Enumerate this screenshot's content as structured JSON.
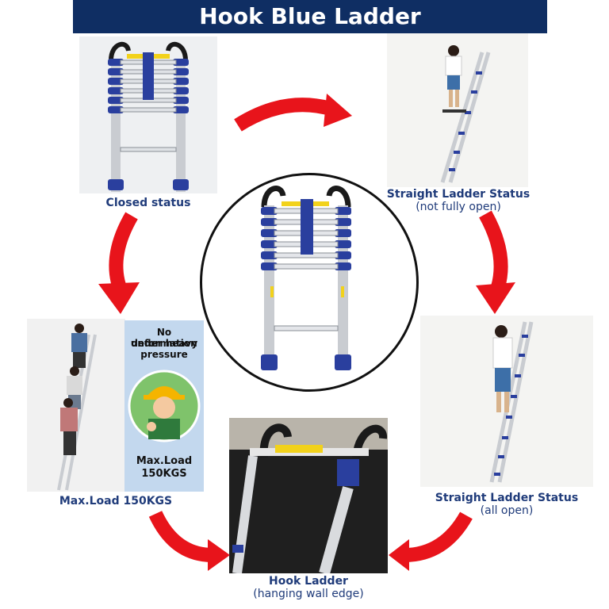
{
  "title": "Hook Blue Ladder",
  "captions": {
    "closed": "Closed status",
    "straight_partial_line1": "Straight Ladder Status",
    "straight_partial_line2": "(not fully open)",
    "straight_full_line1": "Straight Ladder Status",
    "straight_full_line2": "(all open)",
    "hook_line1": "Hook Ladder",
    "hook_line2": "(hanging wall edge)",
    "max_load": "Max.Load 150KGS"
  },
  "load_panel": {
    "heading_line1": "No deformation",
    "heading_line2": "under heavy",
    "heading_line3": "pressure",
    "footer_line1": "Max.Load",
    "footer_line2": "150KGS"
  },
  "colors": {
    "banner": "#0f2e63",
    "caption": "#1f3b7a",
    "arrow": "#e8141b",
    "ladder_blue": "#2a3f9e",
    "ladder_aluminium": "#c9ccd1",
    "hook": "#1a1a1a",
    "label_yellow": "#f2d21b"
  },
  "icons": {
    "arrows": "curved-red-arrow-icon",
    "worker": "hard-hat-worker-icon"
  }
}
